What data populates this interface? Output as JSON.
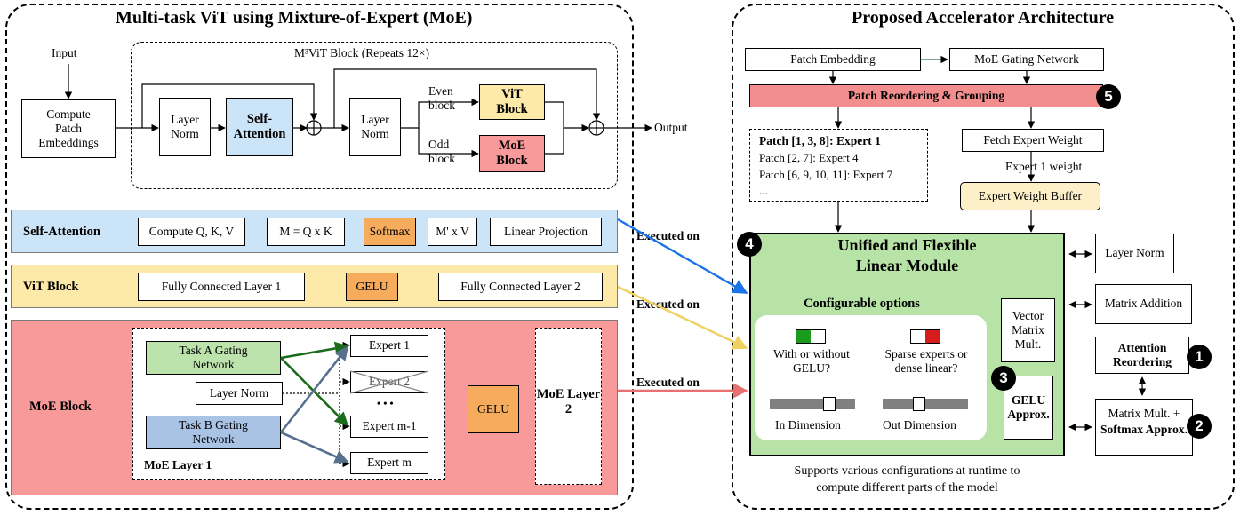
{
  "left": {
    "title": "Multi-task ViT using Mixture-of-Expert (MoE)",
    "input": "Input",
    "compute_embed": "Compute Patch Embeddings",
    "block_title": "M³ViT Block (Repeats 12×)",
    "layer_norm_1": "Layer Norm",
    "self_attention": "Self-Attention",
    "layer_norm_2": "Layer Norm",
    "even_block": "Even block",
    "odd_block": "Odd block",
    "vit_block": "ViT Block",
    "moe_block": "MoE Block",
    "output": "Output"
  },
  "sa_row": {
    "label": "Self-Attention",
    "items": [
      "Compute Q, K, V",
      "M = Q x K",
      "Softmax",
      "M' x V",
      "Linear Projection"
    ]
  },
  "vit_row": {
    "label": "ViT Block",
    "items": [
      "Fully Connected Layer 1",
      "GELU",
      "Fully Connected Layer 2"
    ]
  },
  "moe_row": {
    "label": "MoE Block",
    "task_a": "Task A Gating Network",
    "task_b": "Task B Gating Network",
    "layer_norm": "Layer Norm",
    "experts": [
      "Expert 1",
      "Expert 2",
      "Expert m-1",
      "Expert m"
    ],
    "ellipsis": "• • •",
    "moe_layer1": "MoE Layer 1",
    "gelu": "GELU",
    "moe_layer2": "MoE Layer 2"
  },
  "executed_on": "Executed on",
  "right": {
    "title": "Proposed Accelerator Architecture",
    "patch_embedding": "Patch Embedding",
    "moe_gating": "MoE Gating Network",
    "reorder": "Patch Reordering & Grouping",
    "patch_list": [
      "Patch [1, 3, 8]: Expert 1",
      "Patch [2, 7]: Expert 4",
      "Patch [6, 9, 10, 11]: Expert 7",
      "..."
    ],
    "fetch": "Fetch Expert Weight",
    "expert1_weight": "Expert 1 weight",
    "weight_buffer": "Expert Weight Buffer",
    "ulm_title_1": "Unified and Flexible",
    "ulm_title_2": "Linear Module",
    "config_title": "Configurable options",
    "opt_gelu": "With or without GELU?",
    "opt_sparse": "Sparse experts or dense linear?",
    "in_dim": "In Dimension",
    "out_dim": "Out Dimension",
    "vector_mm": "Vector Matrix Mult.",
    "gelu_approx": "GELU Approx.",
    "layer_norm": "Layer Norm",
    "matrix_add": "Matrix Addition",
    "attn_reorder": "Attention Reordering",
    "mm_softmax_1": "Matrix Mult. +",
    "mm_softmax_2": "Softmax Approx.",
    "caption_1": "Supports various configurations at runtime to",
    "caption_2": "compute different parts of the model",
    "badges": [
      "1",
      "2",
      "3",
      "4",
      "5"
    ]
  },
  "colors": {
    "sa_blue": "#cce4f8",
    "vit_yellow": "#fde9a8",
    "moe_red": "#f99a9a",
    "gelu_orange": "#f7ac5d",
    "ulm_green": "#b8e3a6",
    "task_a_green": "#bde3ad",
    "task_b_blue": "#a9c3e5",
    "arrow_blue": "#1a73e8",
    "arrow_yellow": "#f0d060",
    "arrow_red": "#e87070"
  }
}
